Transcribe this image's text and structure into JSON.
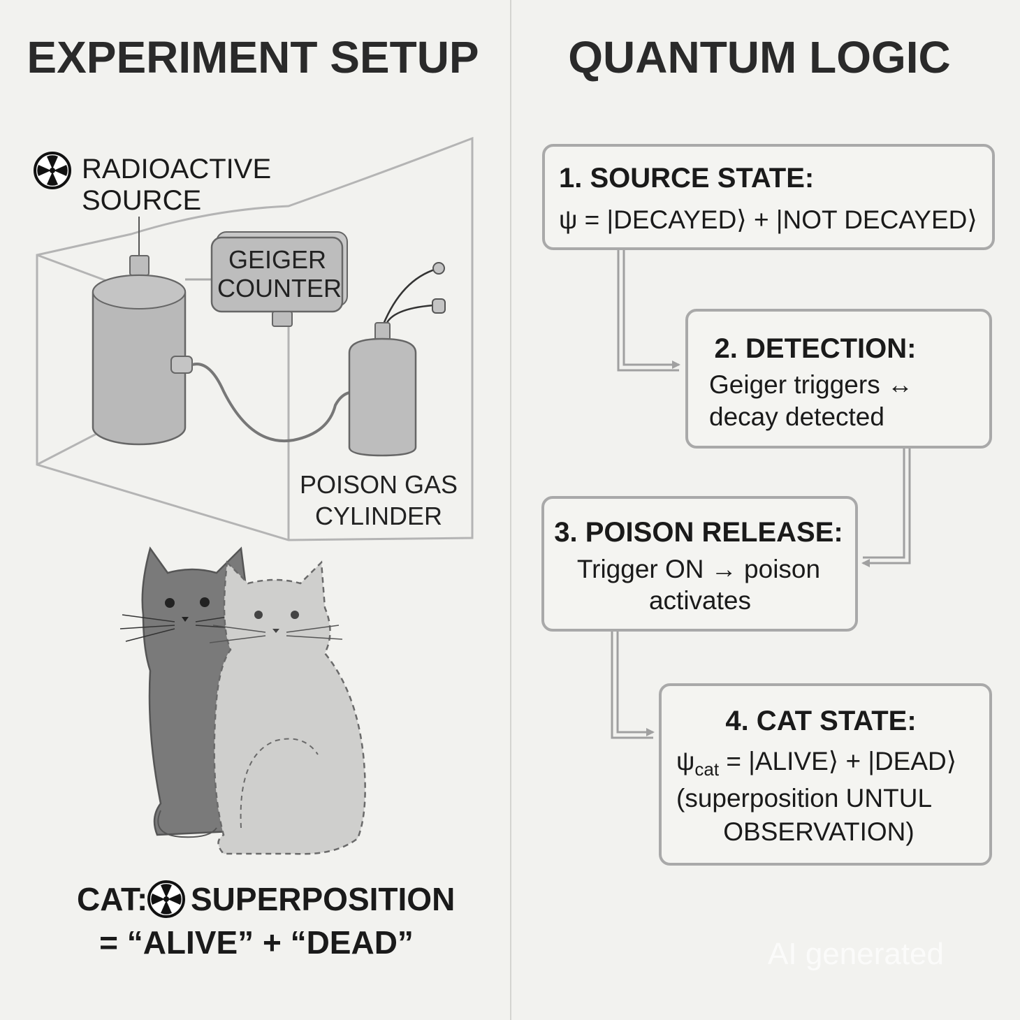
{
  "left_panel": {
    "title": "EXPERIMENT SETUP",
    "radioactive_label": [
      "RADIOACTIVE",
      "SOURCE"
    ],
    "geiger_label": [
      "GEIGER",
      "COUNTER"
    ],
    "poison_label": [
      "POISON GAS",
      "CYLINDER"
    ],
    "caption": {
      "line1_prefix": "CAT:",
      "line1_suffix": "SUPERPOSITION",
      "line2": "= “ALIVE” + “DEAD”"
    }
  },
  "right_panel": {
    "title": "QUANTUM LOGIC",
    "steps": [
      {
        "heading": "1. SOURCE STATE:",
        "lines": [
          "ψ = |DECAYED⟩ + |NOT DECAYED⟩"
        ]
      },
      {
        "heading": "2. DETECTION:",
        "lines": [
          "Geiger triggers ↔",
          "decay detected"
        ]
      },
      {
        "heading": "3. POISON RELEASE:",
        "lines": [
          "Trigger ON → poison",
          "activates"
        ]
      },
      {
        "heading": "4. CAT STATE:",
        "psi": "ψ",
        "psi_sub": "cat",
        "eq_rest": " = |ALIVE⟩ + |DEAD⟩",
        "lines": [
          "(superposition UNTUL",
          "OBSERVATION)"
        ]
      }
    ]
  },
  "watermark": "AI generated",
  "colors": {
    "background": "#f2f2ef",
    "box_border": "#a9a9a9",
    "alive_cat": "#7a7a7a",
    "dead_cat": "#c8c8c6",
    "equipment": "#b8b8b8"
  },
  "icons": [
    "radiation-icon"
  ]
}
